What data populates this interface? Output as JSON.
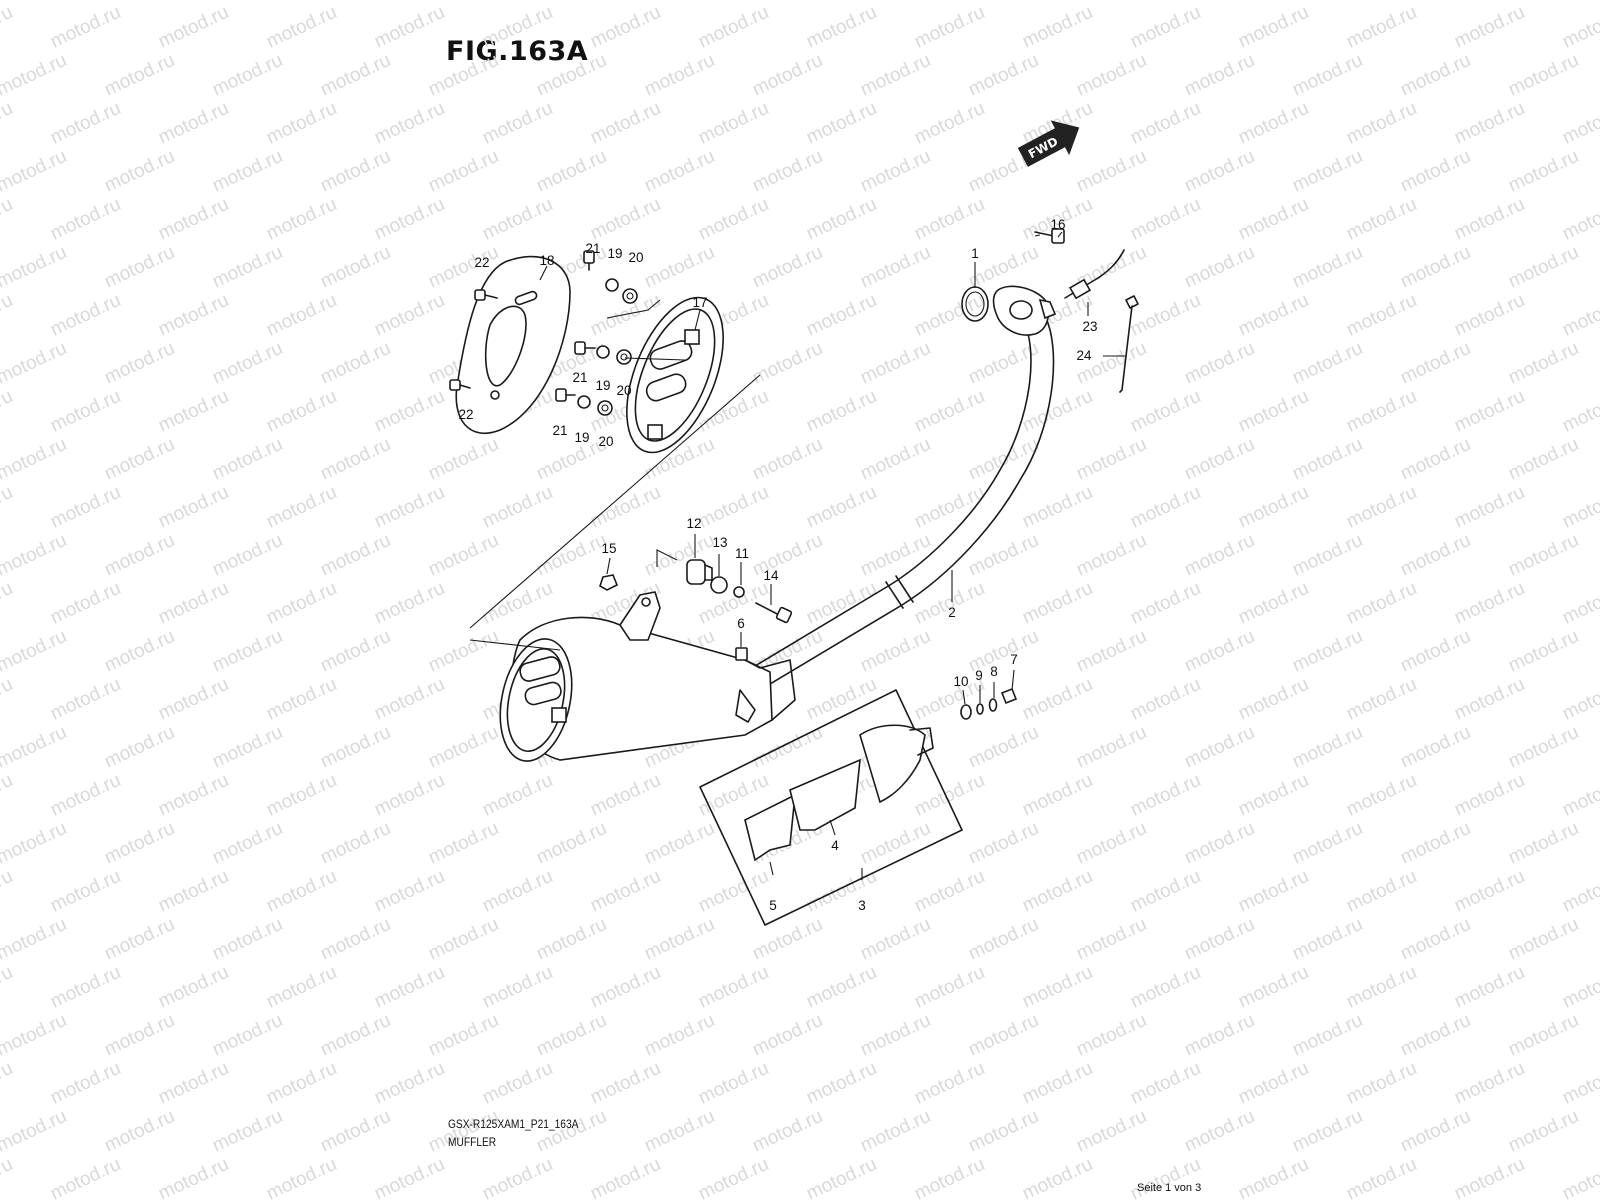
{
  "header": {
    "figure_id": "FIG.163A"
  },
  "footer": {
    "doc_code": "GSX-R125XAM1_P21_163A",
    "section_name": "MUFFLER",
    "page_note": "Seite 1 von 3"
  },
  "watermark": {
    "text": "motod.ru",
    "color": "#d9d9d9"
  },
  "direction_badge": {
    "text": "FWD"
  },
  "callouts": [
    "1",
    "2",
    "3",
    "4",
    "5",
    "6",
    "7",
    "8",
    "9",
    "10",
    "11",
    "12",
    "13",
    "14",
    "15",
    "16",
    "17",
    "18",
    "19",
    "20",
    "21",
    "22",
    "23",
    "24"
  ]
}
